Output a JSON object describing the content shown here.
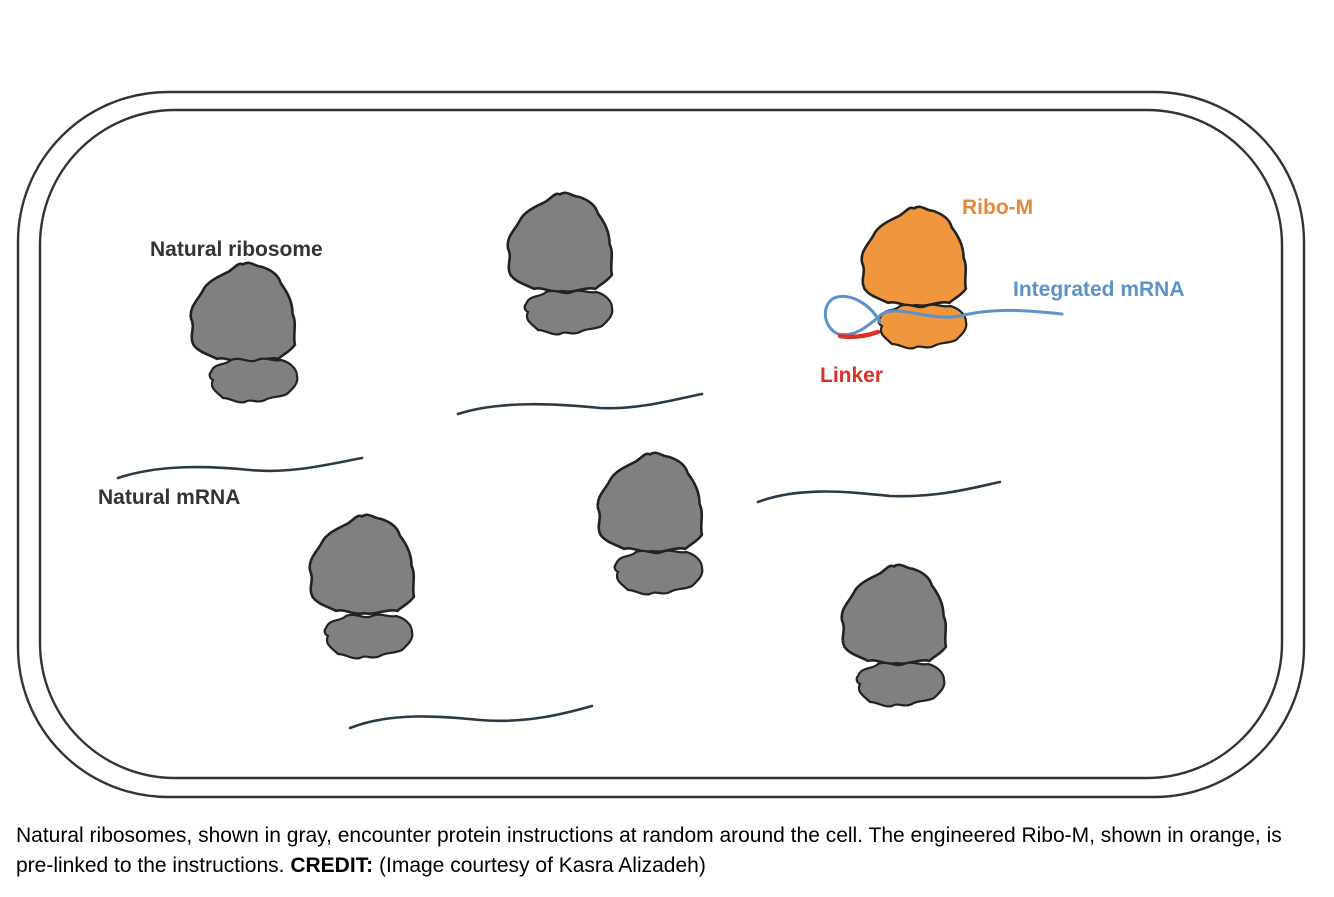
{
  "labels": {
    "natural_ribosome": "Natural ribosome",
    "natural_mrna": "Natural mRNA",
    "ribo_m": "Ribo-M",
    "integrated_mrna": "Integrated mRNA",
    "linker": "Linker"
  },
  "caption": {
    "text": "Natural ribosomes, shown in gray, encounter protein instructions at random around the cell. The engineered Ribo-M, shown in orange, is pre-linked to the instructions.",
    "credit_label": "CREDIT:",
    "credit_text": "(Image courtesy of Kasra Alizadeh)"
  },
  "colors": {
    "natural_ribosome_fill": "#808080",
    "ribo_m_fill": "#F0963C",
    "outline": "#222222",
    "natural_mrna": "#2B3A45",
    "integrated_mrna": "#5B93C8",
    "linker": "#D8322B",
    "ribo_m_label": "#E08A3A",
    "cell_wall": "#333333"
  }
}
